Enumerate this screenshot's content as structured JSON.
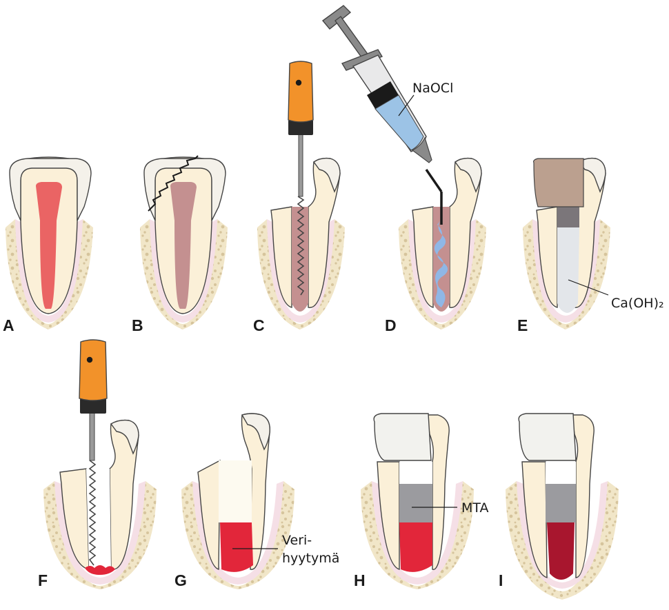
{
  "panels": [
    {
      "letter": "A"
    },
    {
      "letter": "B"
    },
    {
      "letter": "C"
    },
    {
      "letter": "D"
    },
    {
      "letter": "E"
    },
    {
      "letter": "F"
    },
    {
      "letter": "G"
    },
    {
      "letter": "H"
    },
    {
      "letter": "I"
    }
  ],
  "labels": {
    "naocl": "NaOCl",
    "caoh2": "Ca(OH)₂",
    "veri_line1": "Veri-",
    "veri_line2": "hyytymä",
    "mta": "MTA"
  },
  "colors": {
    "enamel": "#f4f1ea",
    "dentin": "#fbf0d8",
    "pulp_healthy": "#ea6464",
    "pulp_necrotic": "#c49090",
    "pdl": "#f5dfe6",
    "bone": "#f1e6c8",
    "bone_speckle": "#d6c49c",
    "file_handle": "#f2922a",
    "syringe_fluid": "#9cc3e6",
    "irrigant": "#8fb7e6",
    "temporary_filling": "#bba08f",
    "cotton_pellet": "#7b767a",
    "calcium_hydroxide": "#e3e6ea",
    "mta": "#9b9b9f",
    "blood_clot": "#e2263a",
    "blood_clot_mature": "#a8162e",
    "crown_restoration": "#f2f2ee"
  }
}
